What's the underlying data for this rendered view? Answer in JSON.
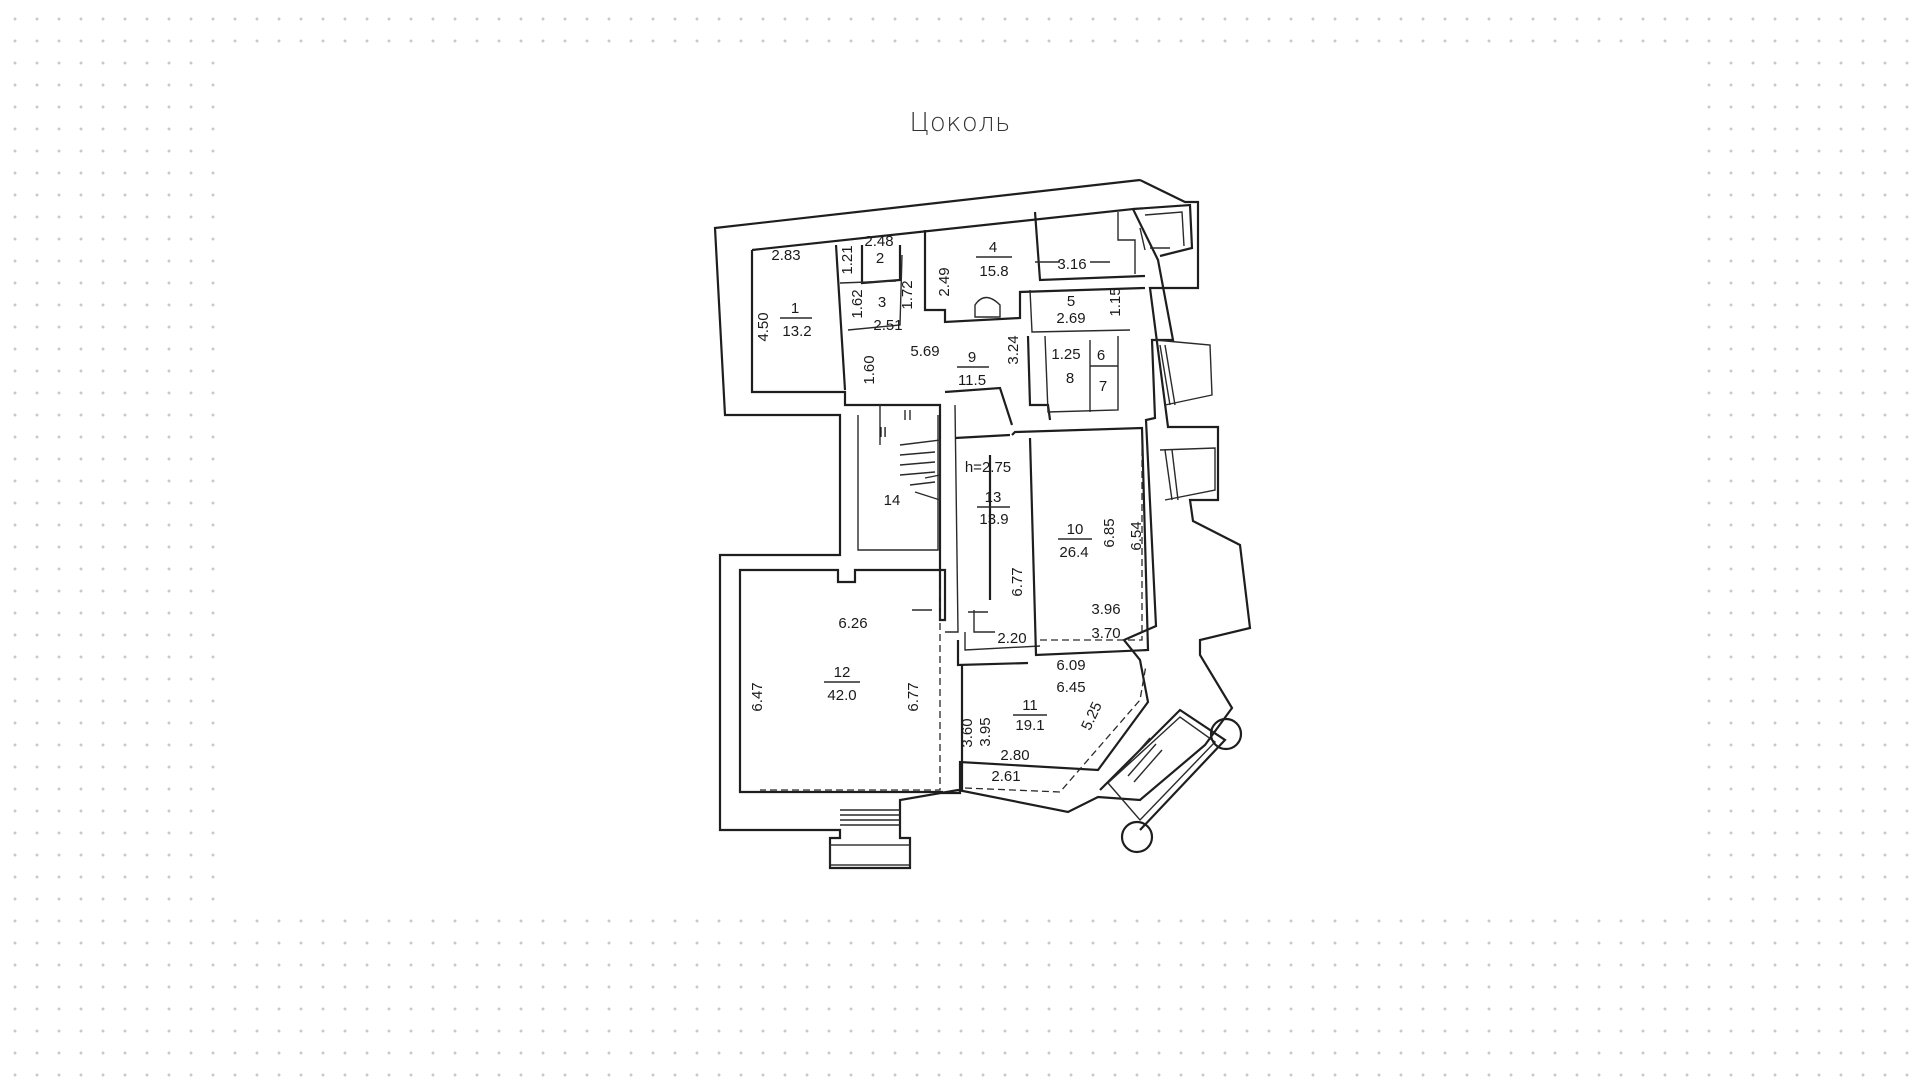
{
  "floor": {
    "title": "Цоколь"
  },
  "rooms": [
    {
      "number": "1",
      "area": "13.2"
    },
    {
      "number": "2",
      "area": ""
    },
    {
      "number": "3",
      "area": ""
    },
    {
      "number": "4",
      "area": "15.8"
    },
    {
      "number": "5",
      "area": "2.69"
    },
    {
      "number": "6",
      "area": ""
    },
    {
      "number": "7",
      "area": ""
    },
    {
      "number": "8",
      "area": ""
    },
    {
      "number": "9",
      "area": "11.5"
    },
    {
      "number": "10",
      "area": "26.4"
    },
    {
      "number": "11",
      "area": "19.1"
    },
    {
      "number": "12",
      "area": "42.0"
    },
    {
      "number": "13",
      "area": "13.9"
    },
    {
      "number": "14",
      "area": ""
    }
  ],
  "dimensions": {
    "r1_top": "2.83",
    "r1_side": "4.50",
    "r2_top": "2.48",
    "r2_side": "1.21",
    "r3_left": "1.62",
    "r3_right": "1.72",
    "r3_bottom": "2.51",
    "r4_side": "2.49",
    "r4_right": "3.16",
    "r5_side": "1.15",
    "r8_top": "1.25",
    "r9_top": "5.69",
    "r9_left": "1.60",
    "r9_right": "3.24",
    "r13_height": "h=2.75",
    "r10_side_a": "6.85",
    "r10_side_b": "6.54",
    "r10_bottom_a": "3.96",
    "r10_bottom_b": "3.70",
    "corridor_side": "6.77",
    "corridor_bottom": "2.20",
    "r12_top": "6.26",
    "r12_left": "6.47",
    "r12_right": "6.77",
    "r11_top_a": "6.09",
    "r11_top_b": "6.45",
    "r11_side_a": "3.60",
    "r11_side_b": "3.95",
    "r11_diag": "5.25",
    "r11_bottom_a": "2.80",
    "r11_bottom_b": "2.61"
  },
  "stair_label": "II"
}
